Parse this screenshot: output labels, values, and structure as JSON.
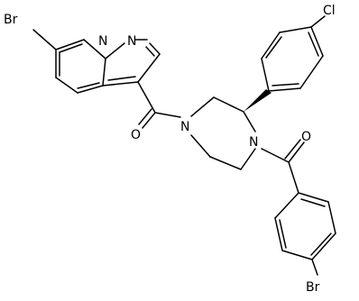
{
  "atoms": {
    "br_top": "Br",
    "n_ring_1": "N",
    "n_ring_2": "N",
    "o_left": "O",
    "n_pip_left": "N",
    "n_pip_right": "N",
    "cl": "Cl",
    "o_right": "O",
    "br_bottom": "Br"
  }
}
